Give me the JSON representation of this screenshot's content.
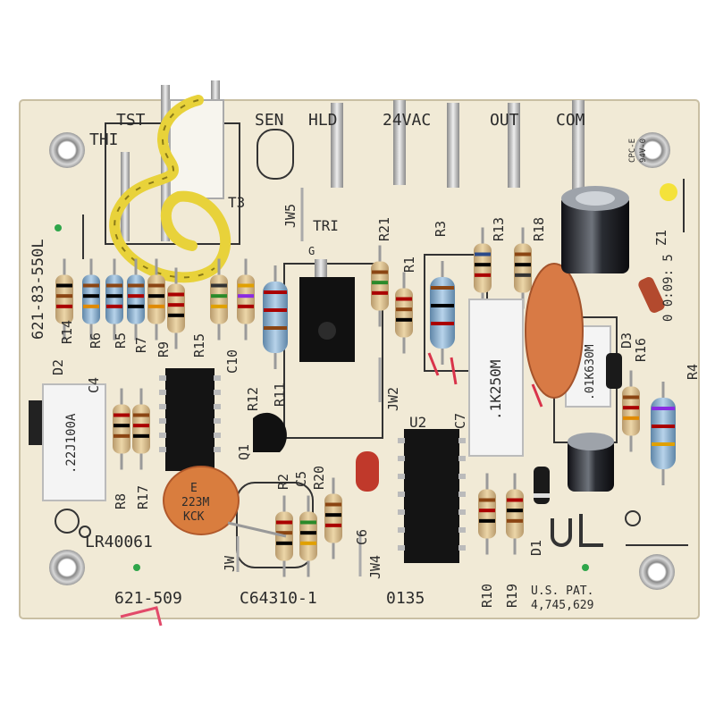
{
  "board": {
    "color": "#f1ead6",
    "terminals": {
      "tst": "TST",
      "thi": "THI",
      "sen": "SEN",
      "hld": "HLD",
      "vac": "24VAC",
      "out": "OUT",
      "com": "COM"
    },
    "part_numbers": {
      "vertical": "621-83-550L",
      "bottom_left": "621-509",
      "bottom_mid": "C64310-1",
      "date_code": "0135",
      "lr": "LR40061",
      "cpc": "CPC-E",
      "rating": "94V-0",
      "patent_line1": "U.S. PAT.",
      "patent_line2": "4,745,629",
      "date_stamp": "0 0:09: 5"
    },
    "refdes": {
      "tri": "TRI",
      "g": "G",
      "jw5": "JW5",
      "r21": "R21",
      "r3": "R3",
      "r1": "R1",
      "r13": "R13",
      "r18": "R18",
      "z1": "Z1",
      "t3": "T3",
      "d2": "D2",
      "r14": "R14",
      "r6": "R6",
      "r5": "R5",
      "r7": "R7",
      "r9": "R9",
      "c4": "C4",
      "r15": "R15",
      "c10": "C10",
      "r12": "R12",
      "r11": "R11",
      "jw2": "JW2",
      "u2": "U2",
      "c7": "C7",
      "d3": "D3",
      "r16": "R16",
      "r4": "R4",
      "q1": "Q1",
      "r2": "R2",
      "c5": "C5",
      "r20": "R20",
      "r8": "R8",
      "r17": "R17",
      "c6": "C6",
      "jw4": "JW4",
      "r10": "R10",
      "r19": "R19",
      "d1": "D1",
      "jw": "JW"
    },
    "component_markings": {
      "cap_left": ".22J100A",
      "cap_ceramic_l1": "E",
      "cap_ceramic_l2": "223M",
      "cap_ceramic_l3": "KCK",
      "cap_mid": ".1K250M",
      "cap_right": ".01K630M"
    }
  }
}
